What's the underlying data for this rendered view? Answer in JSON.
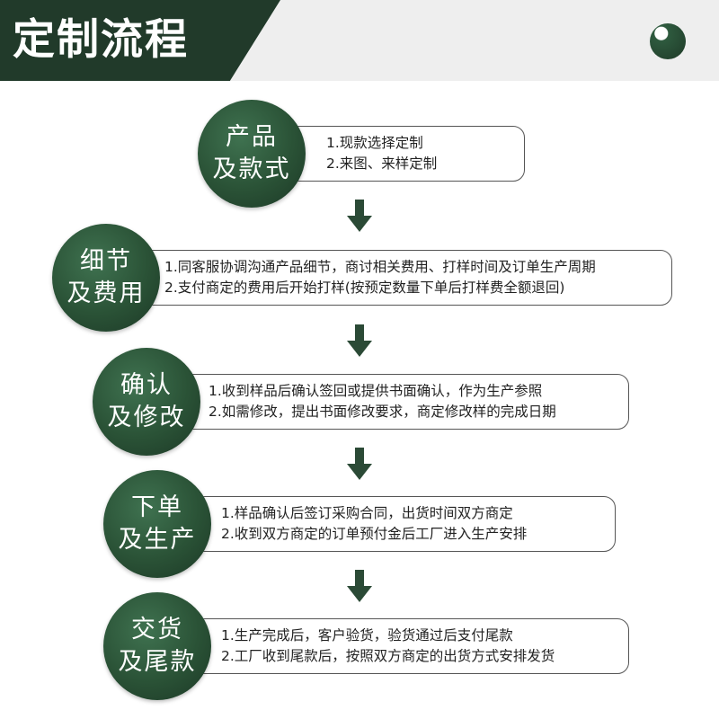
{
  "header": {
    "title": "定制流程"
  },
  "steps": [
    {
      "title_line1": "产品",
      "title_line2": "及款式",
      "lines": [
        "1.现款选择定制",
        "2.来图、来样定制"
      ]
    },
    {
      "title_line1": "细节",
      "title_line2": "及费用",
      "lines": [
        "1.同客服协调沟通产品细节，商讨相关费用、打样时间及订单生产周期",
        "2.支付商定的费用后开始打样(按预定数量下单后打样费全额退回)"
      ]
    },
    {
      "title_line1": "确认",
      "title_line2": "及修改",
      "lines": [
        "1.收到样品后确认签回或提供书面确认，作为生产参照",
        "2.如需修改，提出书面修改要求，商定修改样的完成日期"
      ]
    },
    {
      "title_line1": "下单",
      "title_line2": "及生产",
      "lines": [
        "1.样品确认后签订采购合同，出货时间双方商定",
        "2.收到双方商定的订单预付金后工厂进入生产安排"
      ]
    },
    {
      "title_line1": "交货",
      "title_line2": "及尾款",
      "lines": [
        "1.生产完成后，客户验货，验货通过后支付尾款",
        "2.工厂收到尾款后，按照双方商定的出货方式安排发货"
      ]
    }
  ],
  "colors": {
    "header_bg": "#213a2a",
    "circle": "#2a5236",
    "arrow": "#2b4a36"
  }
}
